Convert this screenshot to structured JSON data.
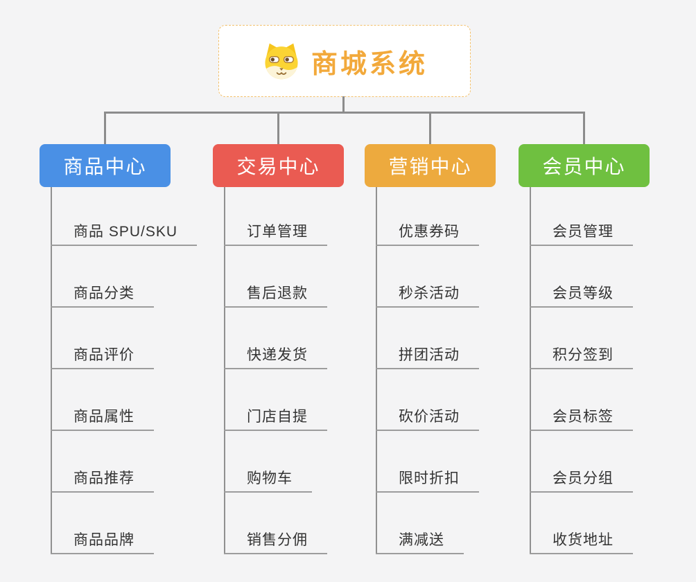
{
  "root": {
    "title": "商城系统",
    "icon": "shiba-dog-icon",
    "text_color": "#f2a93b",
    "border_color": "#f3c06a",
    "background": "#ffffff"
  },
  "connectors": {
    "line_color": "#8c8c8c",
    "underline_color": "#9c9c9c"
  },
  "canvas_background": "#f4f4f5",
  "branches": [
    {
      "label": "商品中心",
      "color": "#4a90e5",
      "children": [
        "商品 SPU/SKU",
        "商品分类",
        "商品评价",
        "商品属性",
        "商品推荐",
        "商品品牌"
      ]
    },
    {
      "label": "交易中心",
      "color": "#ea5b52",
      "children": [
        "订单管理",
        "售后退款",
        "快递发货",
        "门店自提",
        "购物车",
        "销售分佣"
      ]
    },
    {
      "label": "营销中心",
      "color": "#edaa3e",
      "children": [
        "优惠券码",
        "秒杀活动",
        "拼团活动",
        "砍价活动",
        "限时折扣",
        "满减送"
      ]
    },
    {
      "label": "会员中心",
      "color": "#6fc040",
      "children": [
        "会员管理",
        "会员等级",
        "积分签到",
        "会员标签",
        "会员分组",
        "收货地址"
      ]
    }
  ]
}
